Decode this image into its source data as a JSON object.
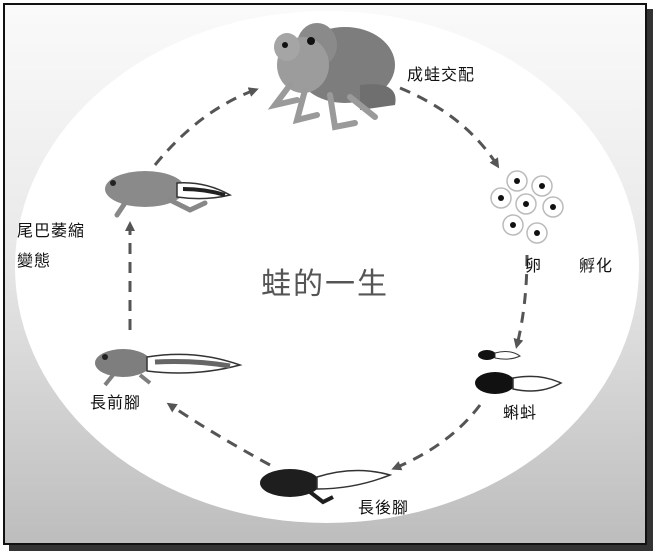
{
  "diagram": {
    "title": "蛙的一生",
    "stages": {
      "mating": "成蛙交配",
      "eggs": "卵",
      "hatch": "孵化",
      "tadpole": "蝌蚪",
      "hind_legs": "長後腳",
      "front_legs": "長前腳",
      "tail_shrink": "尾巴萎縮",
      "metamorphosis": "變態"
    }
  }
}
